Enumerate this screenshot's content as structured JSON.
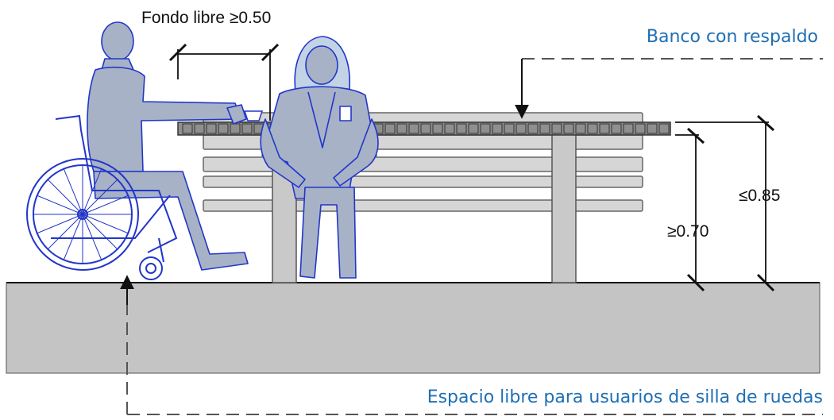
{
  "labels": {
    "depth": "Fondo libre ≥0.50",
    "bench": "Banco con respaldo",
    "max_height": "≤0.85",
    "min_height": "≥0.70",
    "clear_space": "Espacio libre para usuarios de silla de ruedas"
  },
  "colors": {
    "figure_fill": "#a7b2c6",
    "figure_stroke": "#2236c9",
    "wood_fill": "#d6d6d6",
    "slat_fill": "#8f8f8f",
    "ground_fill": "#c4c4c4",
    "callout_text": "#1f6fb4",
    "line": "#111111"
  }
}
